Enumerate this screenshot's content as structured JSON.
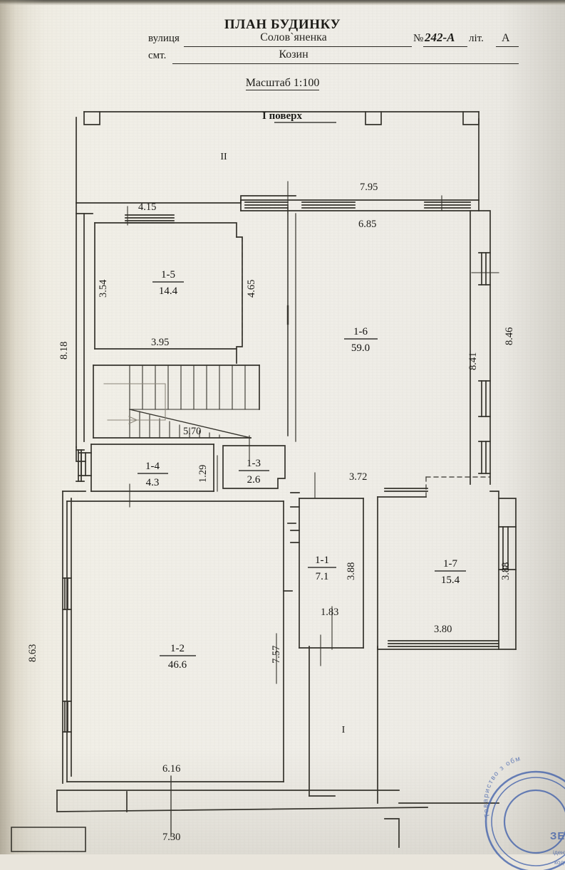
{
  "document": {
    "title": "ПЛАН БУДИНКУ",
    "fields": [
      {
        "label": "вулиця",
        "value": "Солов`яненка"
      },
      {
        "label": "смт.",
        "value": "Козин"
      }
    ],
    "number_prefix": "№",
    "number_value": "242-А",
    "letter_label": "літ.",
    "letter_value": "А",
    "scale": "Масштаб 1:100",
    "floor_label": "І поверх"
  },
  "rooms": [
    {
      "id": "1-1",
      "number": "1-1",
      "area": "7.1"
    },
    {
      "id": "1-2",
      "number": "1-2",
      "area": "46.6"
    },
    {
      "id": "1-3",
      "number": "1-3",
      "area": "2.6"
    },
    {
      "id": "1-4",
      "number": "1-4",
      "area": "4.3"
    },
    {
      "id": "1-5",
      "number": "1-5",
      "area": "14.4"
    },
    {
      "id": "1-6",
      "number": "1-6",
      "area": "59.0"
    },
    {
      "id": "1-7",
      "number": "1-7",
      "area": "15.4"
    }
  ],
  "roman_spaces": [
    {
      "id": "I",
      "label": "I"
    },
    {
      "id": "II",
      "label": "II"
    }
  ],
  "dimensions": {
    "top_7_95": "7.95",
    "top_6_85": "6.85",
    "top_4_15": "4.15",
    "left_8_18": "8.18",
    "left_8_63": "8.63",
    "r15_h": "3.54",
    "r15_w": "3.95",
    "mid_4_65": "4.65",
    "right_8_41": "8.41",
    "right_8_46": "8.46",
    "stair_5_70": "5.70",
    "corr_1_29": "1.29",
    "mid_3_72": "3.72",
    "r11_h": "3.88",
    "r11_w": "1.83",
    "r17_h": "3.88",
    "r17_w": "3.80",
    "r12_h": "7.57",
    "bot_6_16": "6.16",
    "bot_7_30": "7.30"
  },
  "stamp": {
    "outer_text": "Товариство з обм",
    "main_text": "ЗЕМБУДІН",
    "line1": "ідентиф",
    "line2": "код",
    "color": "#3658a8"
  },
  "colors": {
    "ink": "#1d1c18",
    "paper": "#f1efe7",
    "stamp_blue": "#3658a8"
  }
}
